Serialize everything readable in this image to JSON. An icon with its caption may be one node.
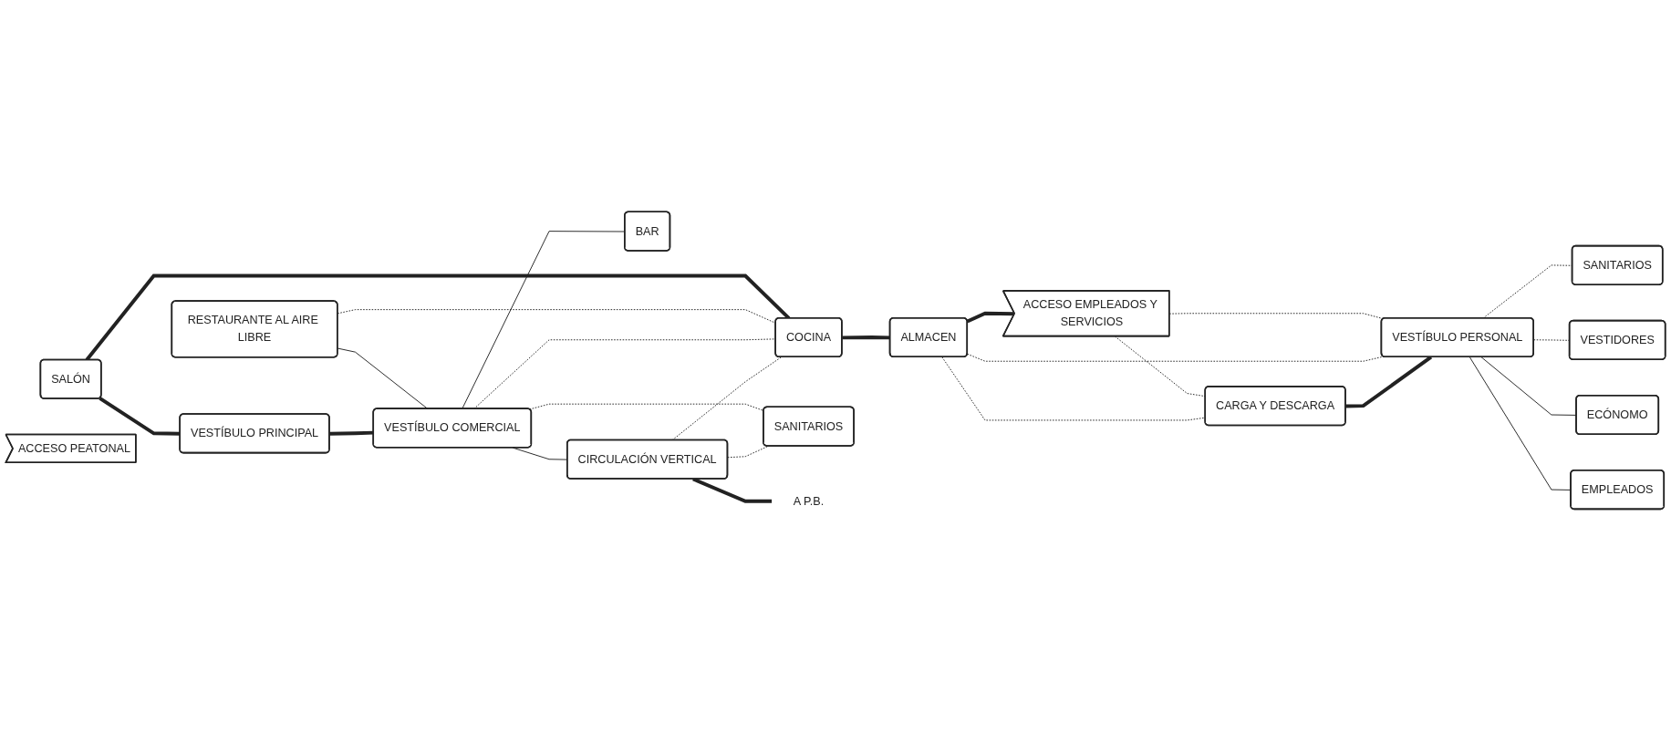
{
  "diagram": {
    "nodes": [
      {
        "text": [
          "SALÓN"
        ]
      },
      {
        "text": [
          "RESTAURANTE AL AIRE LIBRE"
        ]
      },
      {
        "text": [
          "COCINA"
        ]
      },
      {
        "text": [
          "ALMACEN"
        ]
      },
      {
        "text": [
          "ACCESO EMPLEADOS Y SERVICIOS"
        ]
      },
      {
        "text": [
          "CARGA Y DESCARGA"
        ]
      },
      {
        "text": [
          "ACCESO PEATONAL"
        ]
      },
      {
        "text": [
          "VESTÍBULO PRINCIPAL"
        ]
      },
      {
        "text": [
          "VESTÍBULO COMERCIAL"
        ]
      },
      {
        "text": [
          "BAR"
        ]
      },
      {
        "text": [
          "VESTÍBULO PERSONAL"
        ]
      },
      {
        "text": [
          "SANITARIOS"
        ]
      },
      {
        "text": [
          "VESTIDORES"
        ]
      },
      {
        "text": [
          "SANITARIOS"
        ]
      },
      {
        "text": [
          "CIRCULACIÓN VERTICAL"
        ]
      },
      {
        "text": [
          "ECÓNOMO"
        ]
      },
      {
        "text": [
          "EMPLEADOS"
        ]
      },
      {
        "text": [
          "A P.B."
        ]
      }
    ],
    "edges": [
      {
        "from": 0,
        "to": 2,
        "arrow": "none",
        "style": "thick"
      },
      {
        "from": 3,
        "to": 4,
        "arrow": "none",
        "style": "thick"
      },
      {
        "from": 4,
        "to": 5,
        "arrow": "none",
        "style": "dashed"
      },
      {
        "from": 4,
        "to": 10,
        "arrow": "none",
        "style": "dashed"
      },
      {
        "from": 1,
        "to": 2,
        "arrow": "none",
        "style": "dashed"
      },
      {
        "from": 3,
        "to": 5,
        "arrow": "none",
        "style": "dashed"
      },
      {
        "from": 0,
        "to": 7,
        "arrow": "none",
        "style": "thick"
      },
      {
        "from": 1,
        "to": 8,
        "arrow": "none"
      },
      {
        "from": 8,
        "to": 9,
        "arrow": "none"
      },
      {
        "from": 7,
        "to": 8,
        "arrow": "none",
        "style": "thick"
      },
      {
        "from": 8,
        "to": 2,
        "arrow": "none",
        "style": "dashed"
      },
      {
        "from": 2,
        "to": 3,
        "arrow": "none",
        "style": "thick"
      },
      {
        "from": 3,
        "to": 10,
        "arrow": "none",
        "style": "dashed"
      },
      {
        "from": 5,
        "to": 10,
        "arrow": "none",
        "style": "thick"
      },
      {
        "from": 10,
        "to": 11,
        "arrow": "none",
        "style": "dashed"
      },
      {
        "from": 10,
        "to": 12,
        "arrow": "none",
        "style": "dashed"
      },
      {
        "from": 8,
        "to": 13,
        "arrow": "none",
        "style": "dashed"
      },
      {
        "from": 14,
        "to": 13,
        "arrow": "none",
        "style": "dashed"
      },
      {
        "from": 8,
        "to": 14,
        "arrow": "none"
      },
      {
        "from": 14,
        "to": 2,
        "arrow": "none",
        "style": "dashed"
      },
      {
        "from": 10,
        "to": 15,
        "arrow": "none"
      },
      {
        "from": 10,
        "to": 16,
        "arrow": "none"
      },
      {
        "from": 14,
        "to": 17,
        "arrow": "none",
        "style": "thick"
      }
    ]
  }
}
